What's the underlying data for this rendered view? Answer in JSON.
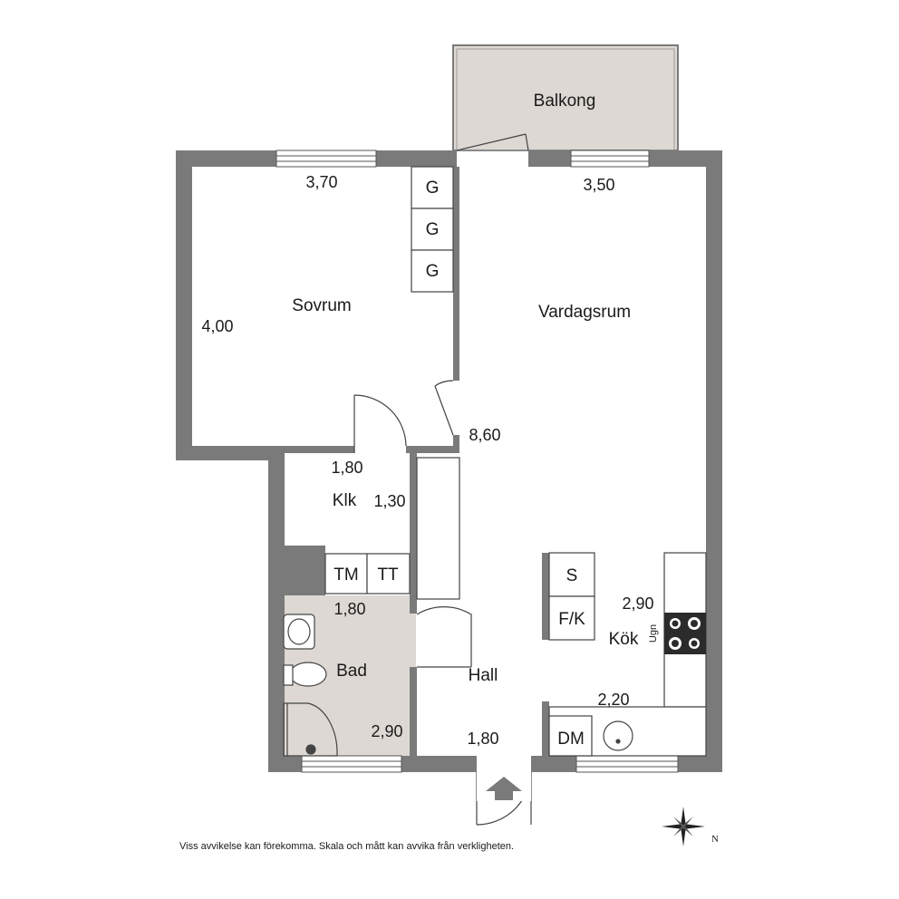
{
  "rooms": {
    "balcony": "Balkong",
    "bedroom": "Sovrum",
    "living": "Vardagsrum",
    "closet": "Klk",
    "bathroom": "Bad",
    "hall": "Hall",
    "kitchen": "Kök"
  },
  "dimensions": {
    "bedroom_width": "3,70",
    "bedroom_depth": "4,00",
    "living_width": "3,50",
    "living_depth": "8,60",
    "closet_width": "1,80",
    "closet_depth": "1,30",
    "bath_width": "1,80",
    "bath_depth": "2,90",
    "hall_width": "1,80",
    "kitchen_depth": "2,90",
    "kitchen_width": "2,20"
  },
  "fixtures": {
    "wardrobe": "G",
    "washer": "TM",
    "dryer": "TT",
    "freezer": "S",
    "fridge_freezer": "F/K",
    "oven": "Ugn",
    "dishwasher": "DM"
  },
  "compass": "N",
  "disclaimer": "Viss avvikelse kan förekomma. Skala och mått kan avvika från verkligheten.",
  "colors": {
    "wall": "#7a7a7a",
    "balcony_floor": "#ddd8d3",
    "bath_floor": "#ddd8d3",
    "hob": "#2b2b2b"
  }
}
